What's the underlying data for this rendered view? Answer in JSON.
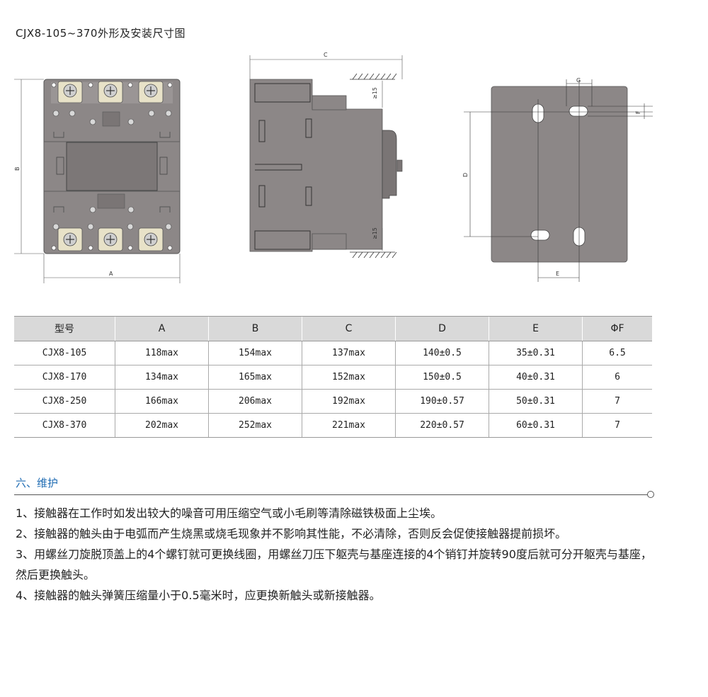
{
  "title": "CJX8-105~370外形及安装尺寸图",
  "dims": {
    "a": "A",
    "b": "B",
    "c": "C",
    "d": "D",
    "e": "E",
    "f": "F",
    "g": "G",
    "gap": "≥15"
  },
  "colors": {
    "body_gray": "#8c8787",
    "dark_gray": "#5f5b5b",
    "accent_blue": "#1f6cb3",
    "table_header": "#d9d9d9"
  },
  "table": {
    "headers": [
      "型号",
      "A",
      "B",
      "C",
      "D",
      "E",
      "ΦF"
    ],
    "rows": [
      [
        "CJX8-105",
        "118max",
        "154max",
        "137max",
        "140±0.5",
        "35±0.31",
        "6.5"
      ],
      [
        "CJX8-170",
        "134max",
        "165max",
        "152max",
        "150±0.5",
        "40±0.31",
        "6"
      ],
      [
        "CJX8-250",
        "166max",
        "206max",
        "192max",
        "190±0.57",
        "50±0.31",
        "7"
      ],
      [
        "CJX8-370",
        "202max",
        "252max",
        "221max",
        "220±0.57",
        "60±0.31",
        "7"
      ]
    ]
  },
  "maintenance": {
    "heading": "六、维护",
    "items": [
      "1、接触器在工作时如发出较大的噪音可用压缩空气或小毛刷等清除磁铁极面上尘埃。",
      "2、接触器的触头由于电弧而产生烧黑或烧毛现象并不影响其性能，不必清除，否则反会促使接触器提前损坏。",
      "3、用螺丝刀旋脱顶盖上的4个螺钉就可更换线圈，用螺丝刀压下躯壳与基座连接的4个销钉并旋转90度后就可分开躯壳与基座，然后更换触头。",
      "4、接触器的触头弹簧压缩量小于0.5毫米时，应更换新触头或新接触器。"
    ]
  }
}
